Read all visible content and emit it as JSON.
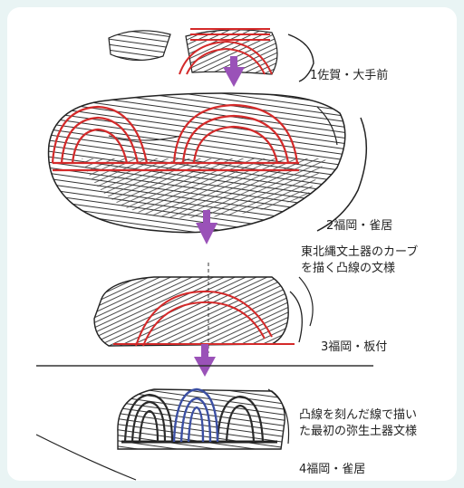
{
  "labels": {
    "item1": "1佐賀・大手前",
    "item2": "2福岡・雀居",
    "item3": "3福岡・板付",
    "item4": "4福岡・雀居"
  },
  "notes": {
    "tohoku": [
      "東北縄文土器のカーブ",
      "を描く凸線の文様"
    ],
    "yayoi": [
      "凸線を刻んだ線で描い",
      "た最初の弥生土器文様"
    ]
  },
  "colors": {
    "highlight_red": "#d42a2a",
    "highlight_blue": "#3b4fa3",
    "arrow_purple": "#9a52b8",
    "sketch": "#2a2a2a",
    "background": "#e9f4f4"
  }
}
